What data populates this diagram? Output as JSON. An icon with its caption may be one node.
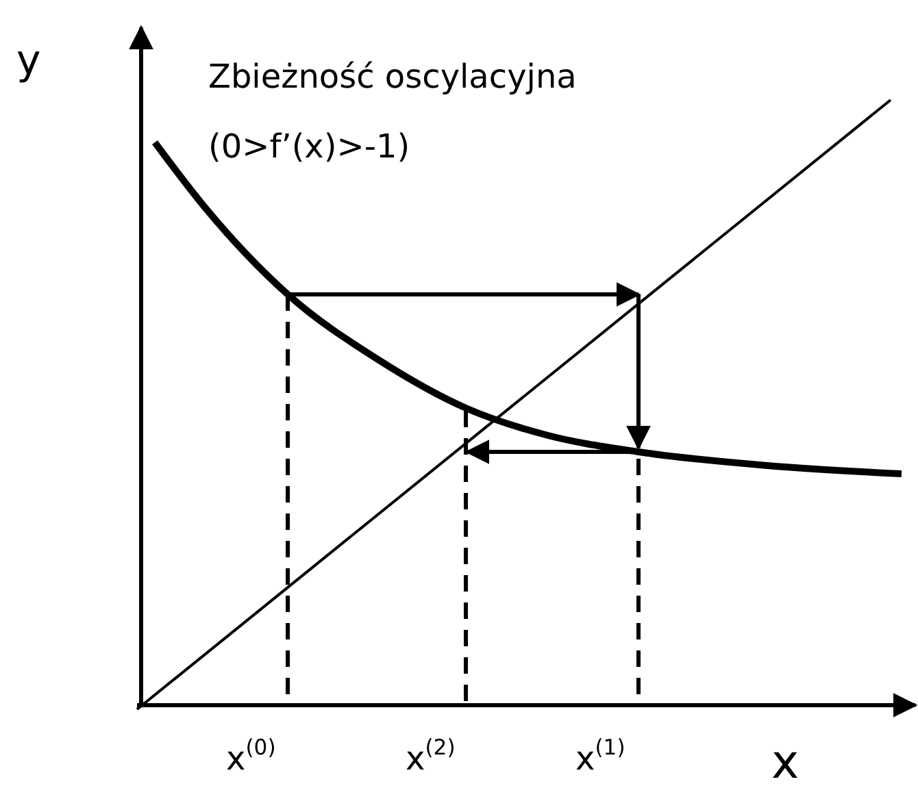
{
  "diagram": {
    "labels": [
      "y",
      "Zbieżność oscylacyjna",
      "(0>f’(x)>-1)",
      "x$^{(0)}$",
      "x$^{(2)}$",
      "x$^{(1)}$",
      "x"
    ]
  }
}
